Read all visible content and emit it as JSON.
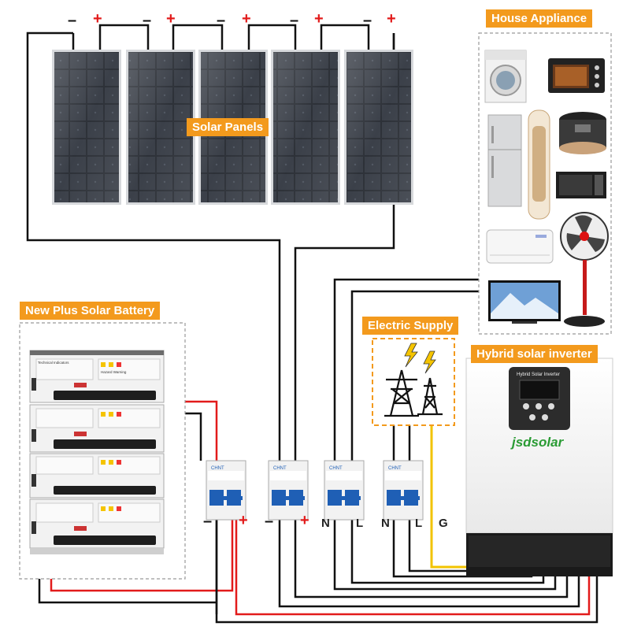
{
  "labels": {
    "solar_panels": "Solar Panels",
    "house_appliance": "House Appliance",
    "battery": "New Plus Solar Battery",
    "electric_supply": "Electric Supply",
    "inverter": "Hybrid solar inverter"
  },
  "panel_polarity": {
    "neg": "–",
    "pos": "+"
  },
  "breaker_terminals": {
    "b1": [
      "–",
      "+"
    ],
    "b2": [
      "–",
      "+"
    ],
    "b3": [
      "N",
      "L"
    ],
    "b4": [
      "N",
      "L",
      "G"
    ]
  },
  "device_text": {
    "inverter_face": "Hybrid Solar Inverter",
    "inverter_brand": "jsdsolar",
    "breaker_brand": "CHNT",
    "battery_header_left": "Technical Indicators",
    "battery_header_right": "Hazard Warning"
  },
  "colors": {
    "accent": "#f39a1d",
    "positive_wire": "#e21b1b",
    "negative_wire": "#111111",
    "ground_wire": "#f2c300",
    "breaker_blue": "#1f5fb5"
  },
  "icons": [
    "washing-machine-icon",
    "toaster-oven-icon",
    "refrigerator-icon",
    "air-purifier-icon",
    "rice-cooker-icon",
    "microwave-icon",
    "air-conditioner-icon",
    "stand-fan-icon",
    "television-icon",
    "power-tower-icon",
    "lightning-icon"
  ]
}
